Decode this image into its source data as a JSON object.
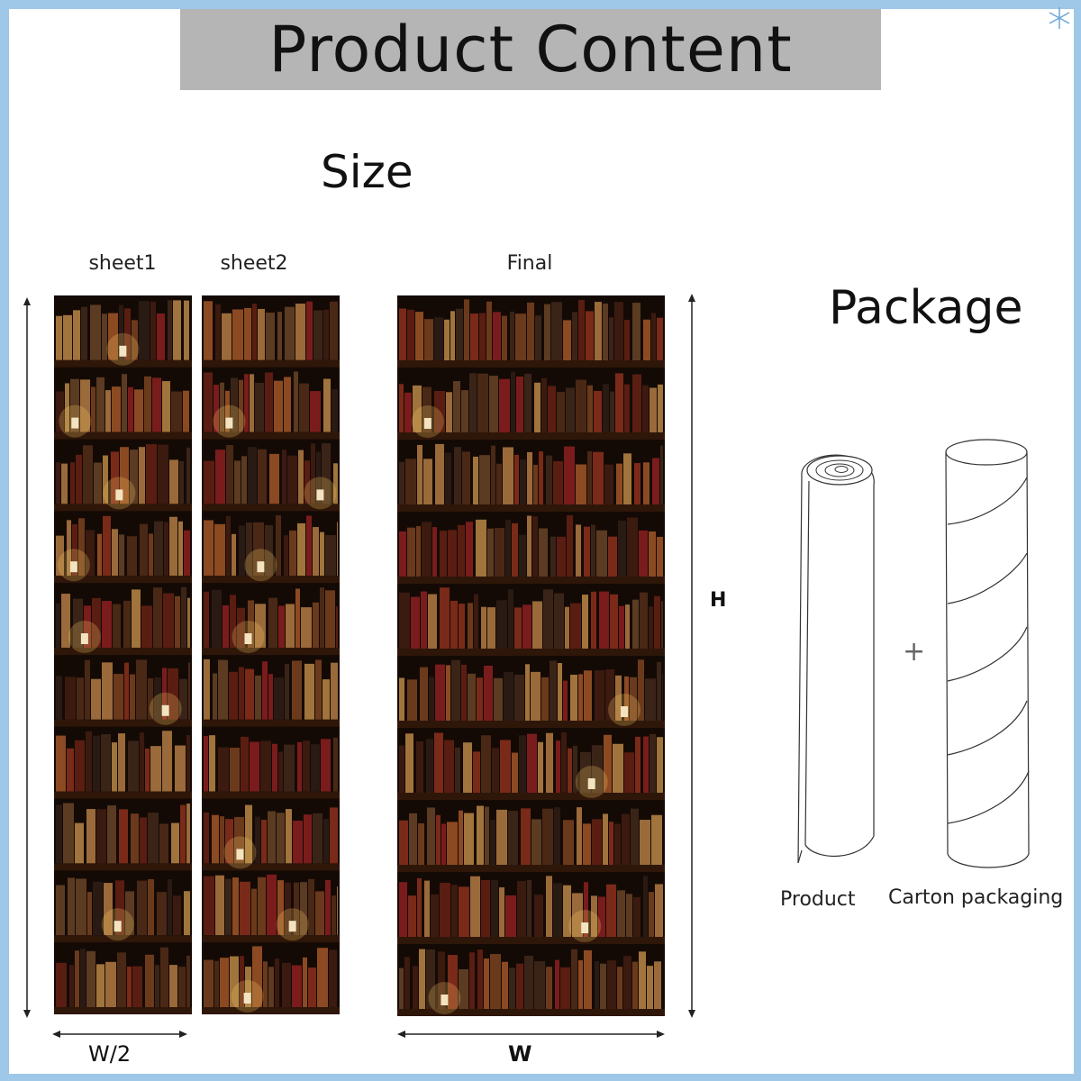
{
  "title": "Product Content",
  "size_heading": "Size",
  "package_heading": "Package",
  "panels": {
    "sheet1_label": "sheet1",
    "sheet2_label": "sheet2",
    "final_label": "Final"
  },
  "dimensions": {
    "half_width": "W/2",
    "width": "W",
    "height": "H"
  },
  "package": {
    "product_label": "Product",
    "plus": "+",
    "carton_label": "Carton packaging"
  },
  "colors": {
    "background_border": "#9ec7e8",
    "title_bar": "#b5b5b5",
    "shelf_dark": "#1a0d07",
    "candle_glow": "#ffcc66"
  },
  "icons": [
    "bookshelf-image",
    "rolled-product-icon",
    "wrapped-carton-icon",
    "snowflake-icon"
  ]
}
